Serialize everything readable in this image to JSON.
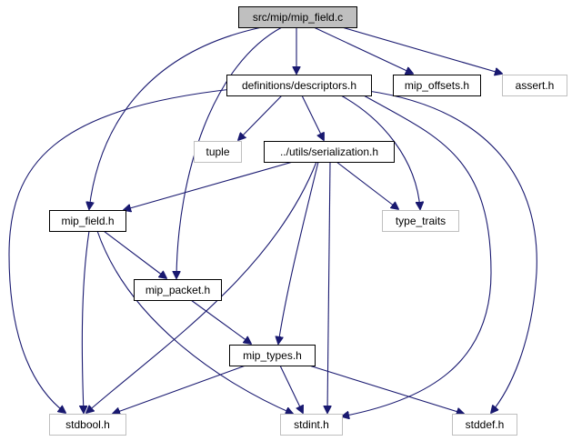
{
  "colors": {
    "edge": "#191970",
    "root_fill": "#bfbfbf",
    "node_border": "#000000",
    "external_border": "#bfbfbf",
    "background": "#ffffff"
  },
  "nodes": [
    {
      "id": "root",
      "label": "src/mip/mip_field.c",
      "kind": "root"
    },
    {
      "id": "descriptors",
      "label": "definitions/descriptors.h",
      "kind": "file"
    },
    {
      "id": "mip_offsets",
      "label": "mip_offsets.h",
      "kind": "file"
    },
    {
      "id": "assert",
      "label": "assert.h",
      "kind": "external"
    },
    {
      "id": "tuple",
      "label": "tuple",
      "kind": "external"
    },
    {
      "id": "serialization",
      "label": "../utils/serialization.h",
      "kind": "file"
    },
    {
      "id": "mip_field",
      "label": "mip_field.h",
      "kind": "file"
    },
    {
      "id": "type_traits",
      "label": "type_traits",
      "kind": "external"
    },
    {
      "id": "mip_packet",
      "label": "mip_packet.h",
      "kind": "file"
    },
    {
      "id": "mip_types",
      "label": "mip_types.h",
      "kind": "file"
    },
    {
      "id": "stdbool",
      "label": "stdbool.h",
      "kind": "external"
    },
    {
      "id": "stdint",
      "label": "stdint.h",
      "kind": "external"
    },
    {
      "id": "stddef",
      "label": "stddef.h",
      "kind": "external"
    }
  ],
  "edges": [
    {
      "from": "root",
      "to": "descriptors"
    },
    {
      "from": "root",
      "to": "mip_offsets"
    },
    {
      "from": "root",
      "to": "assert"
    },
    {
      "from": "root",
      "to": "mip_field"
    },
    {
      "from": "root",
      "to": "mip_packet"
    },
    {
      "from": "descriptors",
      "to": "tuple"
    },
    {
      "from": "descriptors",
      "to": "serialization"
    },
    {
      "from": "descriptors",
      "to": "type_traits"
    },
    {
      "from": "descriptors",
      "to": "stdbool"
    },
    {
      "from": "descriptors",
      "to": "stdint"
    },
    {
      "from": "descriptors",
      "to": "stddef"
    },
    {
      "from": "serialization",
      "to": "mip_field"
    },
    {
      "from": "serialization",
      "to": "type_traits"
    },
    {
      "from": "serialization",
      "to": "mip_types"
    },
    {
      "from": "serialization",
      "to": "stdbool"
    },
    {
      "from": "serialization",
      "to": "stdint"
    },
    {
      "from": "mip_field",
      "to": "mip_packet"
    },
    {
      "from": "mip_field",
      "to": "stdbool"
    },
    {
      "from": "mip_field",
      "to": "stdint"
    },
    {
      "from": "mip_packet",
      "to": "mip_types"
    },
    {
      "from": "mip_types",
      "to": "stdbool"
    },
    {
      "from": "mip_types",
      "to": "stdint"
    },
    {
      "from": "mip_types",
      "to": "stddef"
    }
  ]
}
